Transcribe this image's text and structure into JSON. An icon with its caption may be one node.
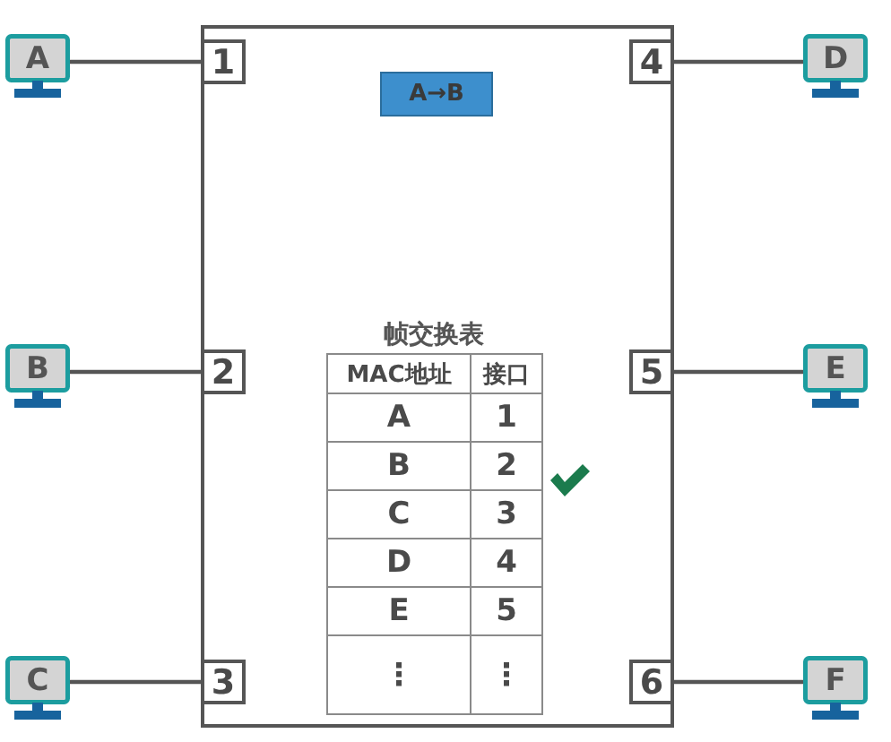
{
  "diagram": {
    "nodes": [
      {
        "text": [],
        "shape": "box"
      },
      {
        "text": [
          "1"
        ],
        "in": 0
      },
      {
        "text": [
          "2"
        ],
        "in": 0
      },
      {
        "text": [
          "3"
        ],
        "in": 0
      },
      {
        "text": [
          "4"
        ],
        "in": 0
      },
      {
        "text": [
          "5"
        ],
        "in": 0
      },
      {
        "text": [
          "6"
        ],
        "in": 0
      },
      {
        "text": [
          "A→B"
        ],
        "in": 0
      },
      {
        "text": [
          "A"
        ]
      },
      {
        "text": [
          "B"
        ]
      },
      {
        "text": [
          "C"
        ]
      },
      {
        "text": [
          "D"
        ]
      },
      {
        "text": [
          "E"
        ]
      },
      {
        "text": [
          "F"
        ]
      }
    ],
    "edges": [
      {
        "from": 8,
        "to": 1,
        "arrow": "none"
      },
      {
        "from": 9,
        "to": 2,
        "arrow": "none"
      },
      {
        "from": 10,
        "to": 3,
        "arrow": "none"
      },
      {
        "from": 11,
        "to": 4,
        "arrow": "none"
      },
      {
        "from": 12,
        "to": 5,
        "arrow": "none"
      },
      {
        "from": 13,
        "to": 6,
        "arrow": "none"
      }
    ],
    "labels": [
      "帧交换表",
      "MAC地址",
      "接口",
      "A",
      "1",
      "B",
      "2",
      "C",
      "3",
      "D",
      "4",
      "E",
      "5",
      "⋮",
      "⋮"
    ]
  }
}
